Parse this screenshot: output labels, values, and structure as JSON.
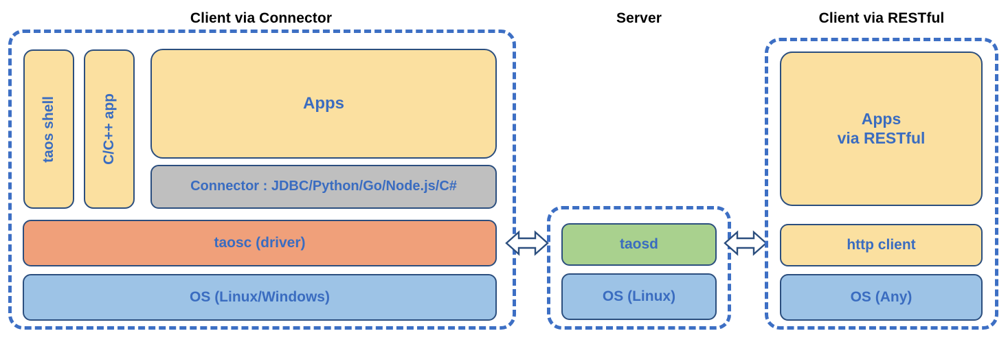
{
  "diagram": {
    "title_client_connector": "Client via Connector",
    "title_server": "Server",
    "title_client_restful": "Client via RESTful",
    "colors": {
      "dashed_border": "#3D6FC4",
      "box_border": "#2B4E7E",
      "text_blue": "#3A6CC0",
      "yellow": "#FBE0A0",
      "grey": "#BFBFBF",
      "orange": "#F0A07A",
      "blue": "#9DC3E6",
      "green": "#A9D18E",
      "title_black": "#000000"
    }
  },
  "client_connector": {
    "taos_shell": "taos shell",
    "c_cpp_app": "C/C++ app",
    "apps": "Apps",
    "connector": "Connector : JDBC/Python/Go/Node.js/C#",
    "taosc": "taosc (driver)",
    "os": "OS (Linux/Windows)"
  },
  "server": {
    "taosd": "taosd",
    "os": "OS (Linux)"
  },
  "client_restful": {
    "apps": "Apps\nvia RESTful",
    "http_client": "http client",
    "os": "OS (Any)"
  },
  "arrows": {
    "left_arrow": "double-headed-arrow",
    "right_arrow": "double-headed-arrow"
  }
}
